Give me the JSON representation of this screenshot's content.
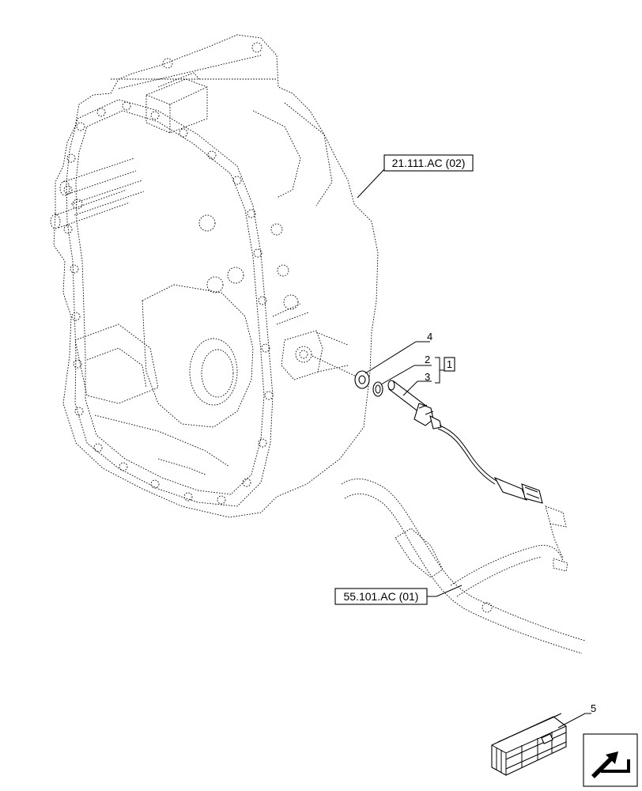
{
  "references": {
    "transmission": "21.111.AC (02)",
    "harness": "55.101.AC (01)"
  },
  "callouts": {
    "washer": "4",
    "o_ring": "2",
    "sensor": "3",
    "kit": "5",
    "group": "1"
  },
  "icons": {
    "nav": "arrow-icon",
    "kit": "crate-icon"
  }
}
